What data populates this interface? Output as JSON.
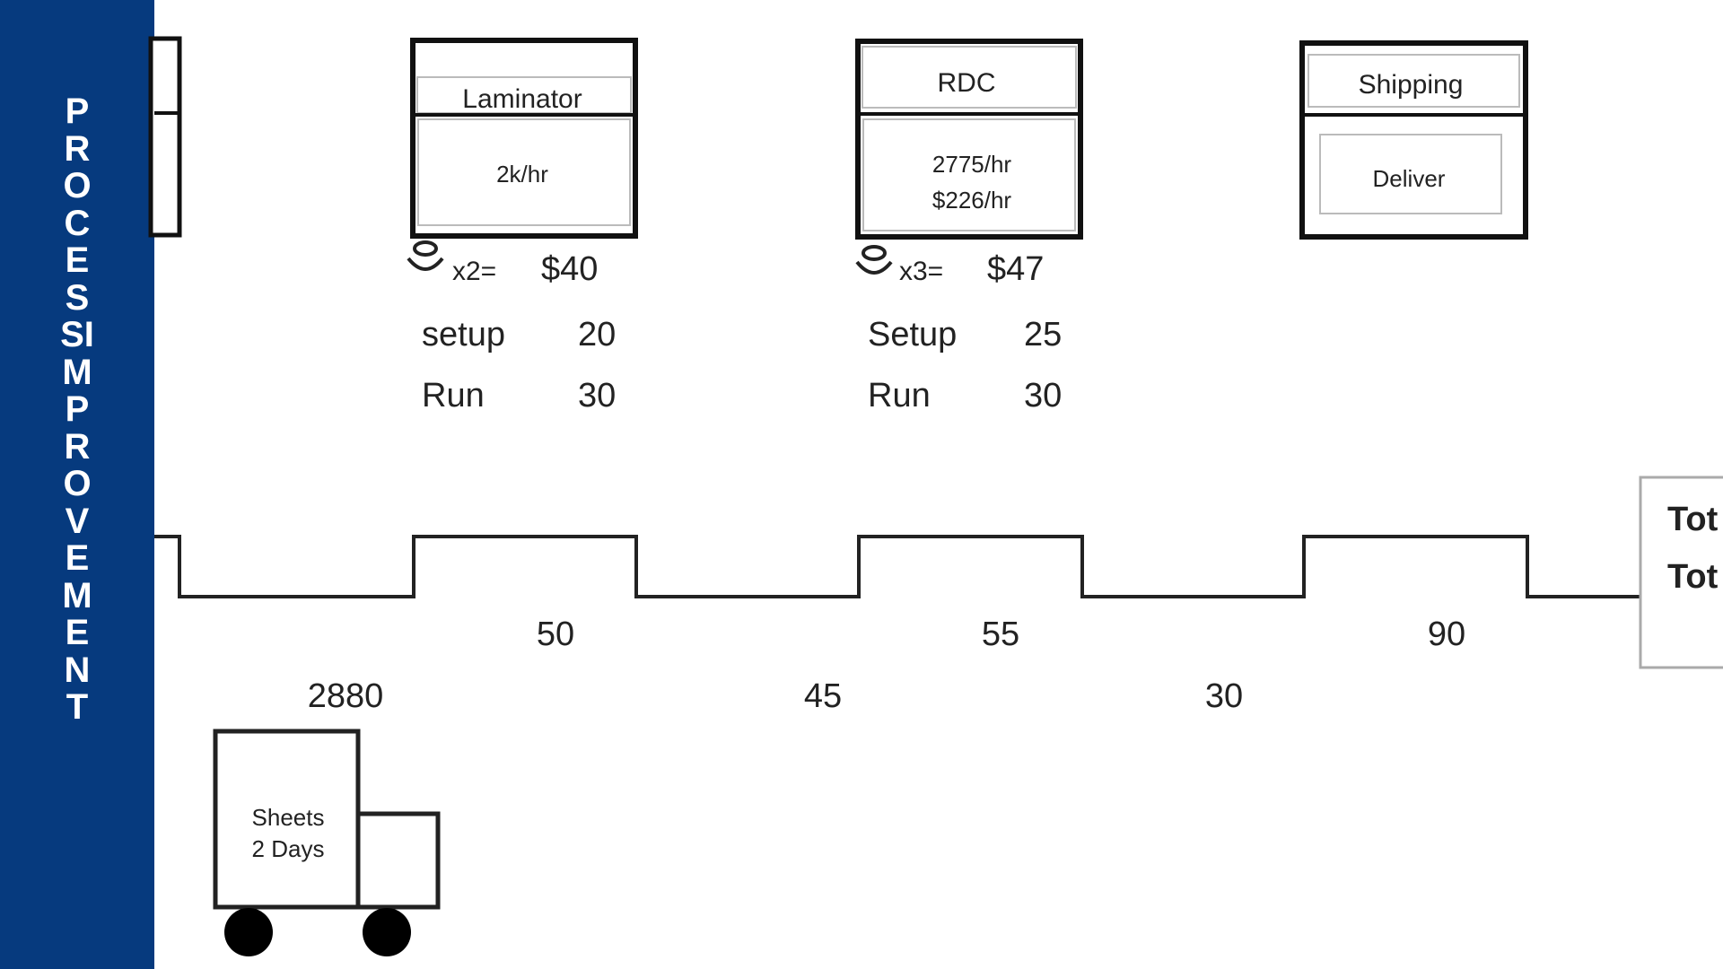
{
  "sidebar": {
    "title": "PROCESSIMPROVEMENT",
    "color": "#063a7e"
  },
  "processes": [
    {
      "name": "Laminator",
      "rate": [
        "2k/hr"
      ],
      "operators": "x2=",
      "cost": "$40",
      "setup_label": "setup",
      "setup": "20",
      "run_label": "Run",
      "run": "30"
    },
    {
      "name": "RDC",
      "rate": [
        "2775/hr",
        "$226/hr"
      ],
      "operators": "x3=",
      "cost": "$47",
      "setup_label": "Setup",
      "setup": "25",
      "run_label": "Run",
      "run": "30"
    },
    {
      "name": "Shipping",
      "rate": [
        "Deliver"
      ]
    }
  ],
  "timeline": {
    "process_times": [
      "50",
      "55",
      "90"
    ],
    "wait_times": [
      "2880",
      "45",
      "30"
    ]
  },
  "totals": {
    "lines": [
      "Tot",
      "Tot"
    ]
  },
  "truck": {
    "lines": [
      "Sheets",
      "2 Days"
    ]
  }
}
